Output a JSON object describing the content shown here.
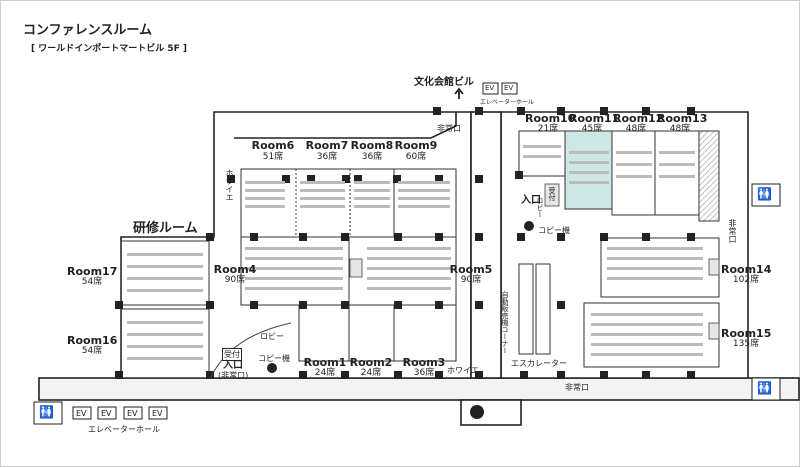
{
  "title": "コンファレンスルーム",
  "subtitle": "[ ワールドインポートマートビル 5F ]",
  "rooms": [
    {
      "name": "Room6",
      "seats": "51席"
    },
    {
      "name": "Room7",
      "seats": "36席"
    },
    {
      "name": "Room8",
      "seats": "36席"
    },
    {
      "name": "Room9",
      "seats": "60席"
    },
    {
      "name": "Room10",
      "seats": "21席"
    },
    {
      "name": "Room11",
      "seats": "45席"
    },
    {
      "name": "Room12",
      "seats": "48席"
    },
    {
      "name": "Room13",
      "seats": "48席"
    },
    {
      "name": "Room4",
      "seats": "90席"
    },
    {
      "name": "Room5",
      "seats": "90席"
    },
    {
      "name": "Room14",
      "seats": "102席"
    },
    {
      "name": "Room15",
      "seats": "135席"
    },
    {
      "name": "Room17",
      "seats": "54席"
    },
    {
      "name": "Room16",
      "seats": "54席"
    },
    {
      "name": "Room1",
      "seats": "24席"
    },
    {
      "name": "Room2",
      "seats": "24席"
    },
    {
      "name": "Room3",
      "seats": "36席"
    }
  ],
  "labels": {
    "training_room": "研修ルーム",
    "bunka_building": "文化会館ビル",
    "elevator_hall": "エレベーターホール",
    "ev": "EV",
    "emergency_exit": "非常口",
    "foyer": "ホワイエ",
    "reception": "受付",
    "entrance": "入口",
    "entrance_sub": "(非常口)",
    "lobby": "ロビー",
    "copier": "コピー機",
    "escalator": "エスカレーター",
    "vending": "自動販売機コーナー"
  },
  "colors": {
    "highlight": "#cde7e4",
    "wall": "#222222",
    "stage_fill": "#e6e6e6"
  }
}
